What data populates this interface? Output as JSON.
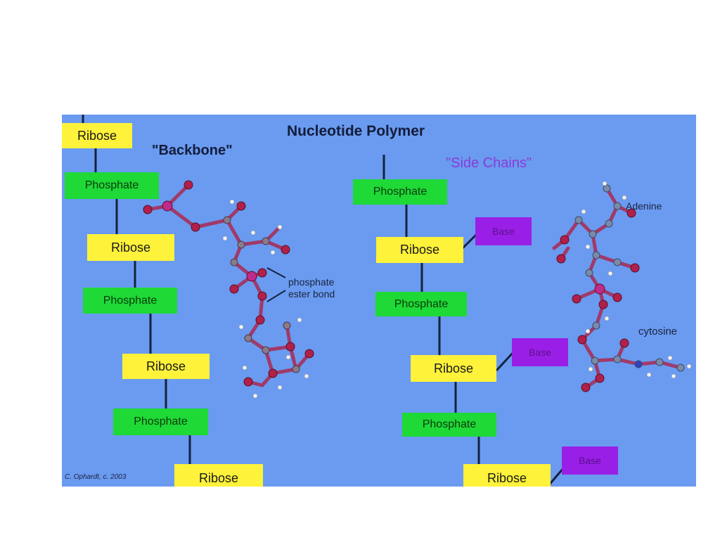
{
  "diagram": {
    "title": "Nucleotide Polymer",
    "backbone_label": "\"Backbone\"",
    "side_chains_label": "\"Side Chains\"",
    "ester_bond_label_line1": "phosphate",
    "ester_bond_label_line2": "ester bond",
    "adenine_label": "Adenine",
    "cytosine_label": "cytosine",
    "credit": "C. Ophardt, c. 2003",
    "ribose": "Ribose",
    "phosphate": "Phosphate",
    "base": "Base",
    "colors": {
      "background": "#6a9bf0",
      "ribose": "#fff23a",
      "phosphate": "#1ed936",
      "base": "#9a1fe6",
      "side_chains_text": "#8a3ad8"
    }
  }
}
